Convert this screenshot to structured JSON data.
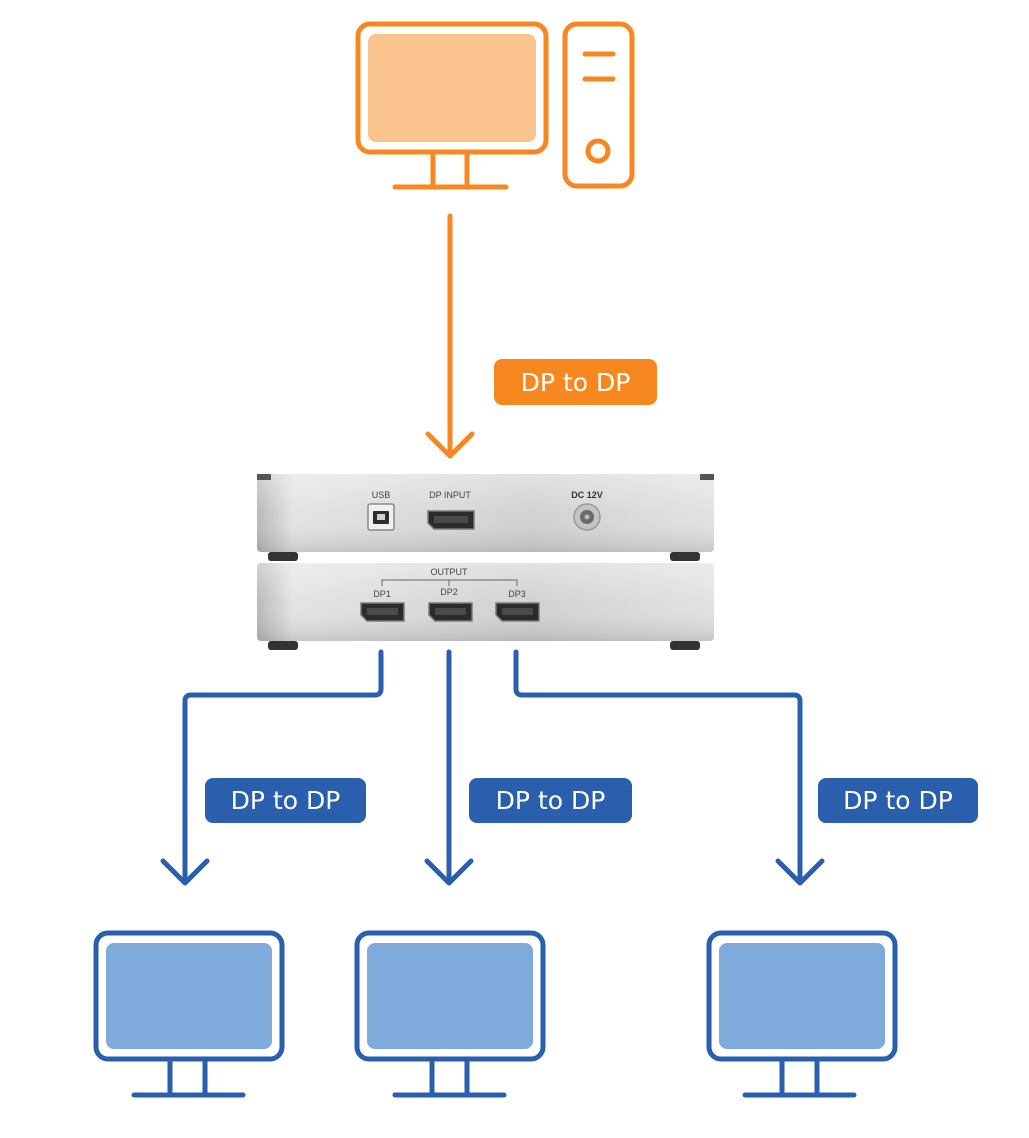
{
  "source": {
    "icon": "desktop-computer-icon",
    "color": "#f7881f",
    "fill": "#fbc48e"
  },
  "input_cable": {
    "label": "DP to DP",
    "color": "#f7881f"
  },
  "splitter": {
    "icon": "dp-splitter-device",
    "back_panel": {
      "usb_label": "USB",
      "dp_input_label": "DP INPUT",
      "dc_label": "DC 12V"
    },
    "front_panel": {
      "output_label": "OUTPUT",
      "ports": [
        "DP1",
        "DP2",
        "DP3"
      ]
    }
  },
  "outputs": [
    {
      "label": "DP to DP",
      "icon": "monitor-icon"
    },
    {
      "label": "DP to DP",
      "icon": "monitor-icon"
    },
    {
      "label": "DP to DP",
      "icon": "monitor-icon"
    }
  ],
  "colors": {
    "output": "#2a5fad",
    "monitor_fill": "#7eabdc",
    "device": "#d6d6d6"
  }
}
